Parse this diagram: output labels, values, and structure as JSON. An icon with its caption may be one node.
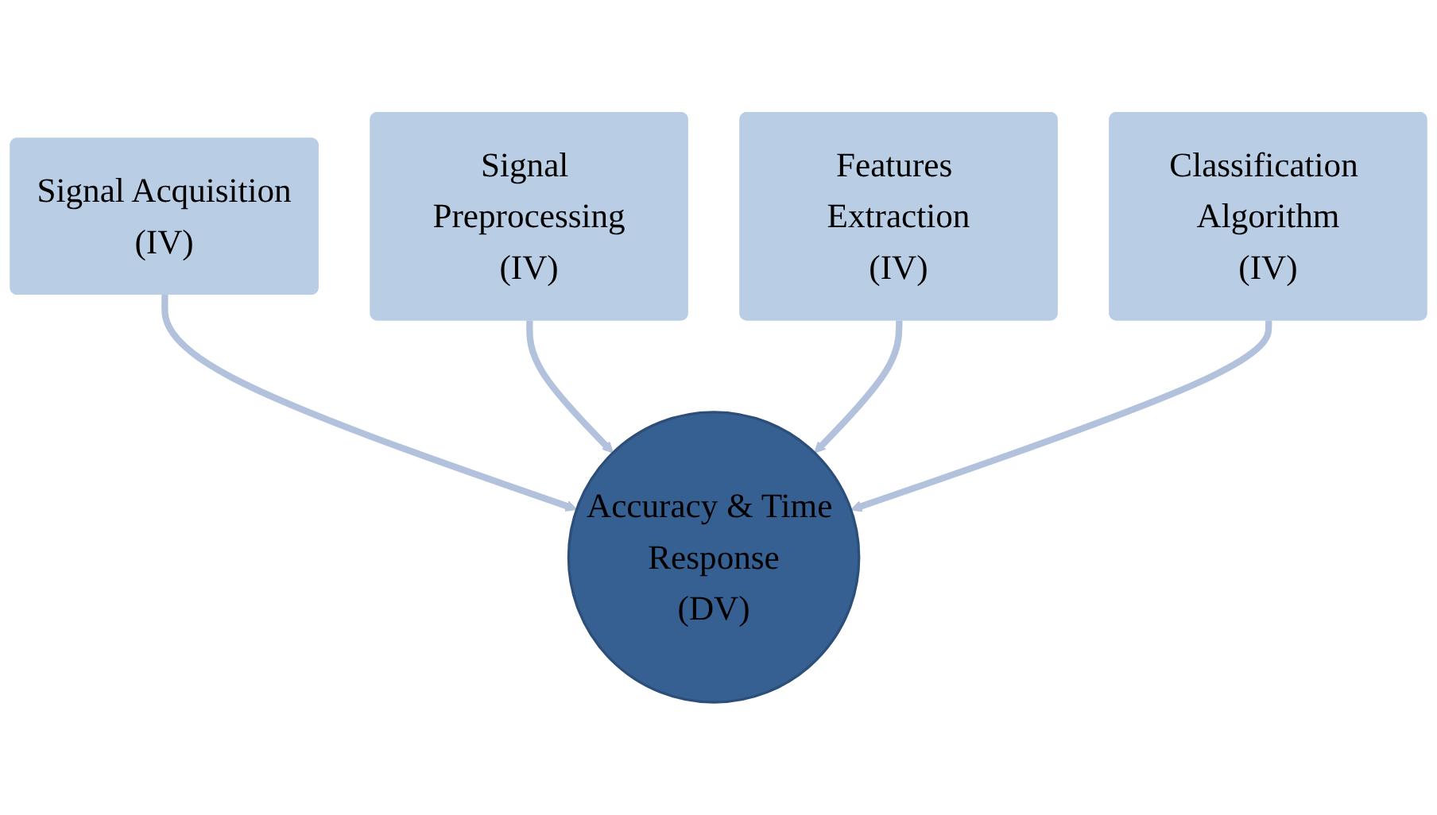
{
  "diagram": {
    "nodes": [
      {
        "text": [
          "Signal Preprocessing",
          "(IV)"
        ]
      },
      {
        "text": [
          "Features Extraction",
          "(IV)"
        ]
      },
      {
        "text": [
          "Signal Acquisition",
          "(IV)"
        ]
      },
      {
        "text": [
          "Classification Algorithm",
          "(IV)"
        ]
      },
      {
        "text": [
          "Accuracy & Time Response",
          "(DV)"
        ]
      }
    ],
    "edges": [
      {
        "from": 2,
        "to": 4,
        "arrow": "to"
      },
      {
        "from": 0,
        "to": 4,
        "arrow": "to"
      },
      {
        "from": 1,
        "to": 4,
        "arrow": "to"
      },
      {
        "from": 3,
        "to": 4,
        "arrow": "to"
      }
    ]
  }
}
